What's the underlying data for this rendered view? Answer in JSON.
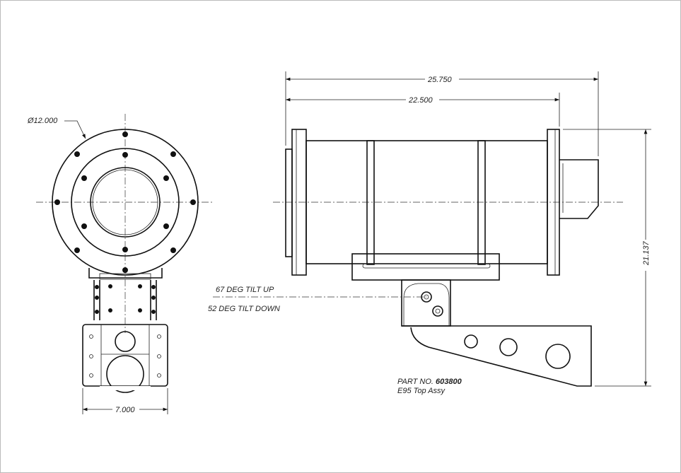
{
  "drawing": {
    "dimensions": {
      "diameter": "Ø12.000",
      "overall_length": "25.750",
      "housing_length": "22.500",
      "height": "21.137",
      "base_width": "7.000"
    },
    "notes": {
      "tilt_up": "67 DEG TILT UP",
      "tilt_down": "52 DEG TILT DOWN"
    },
    "title_block": {
      "part_label": "PART NO.",
      "part_number": "603800",
      "description": "E95 Top Assy"
    }
  }
}
